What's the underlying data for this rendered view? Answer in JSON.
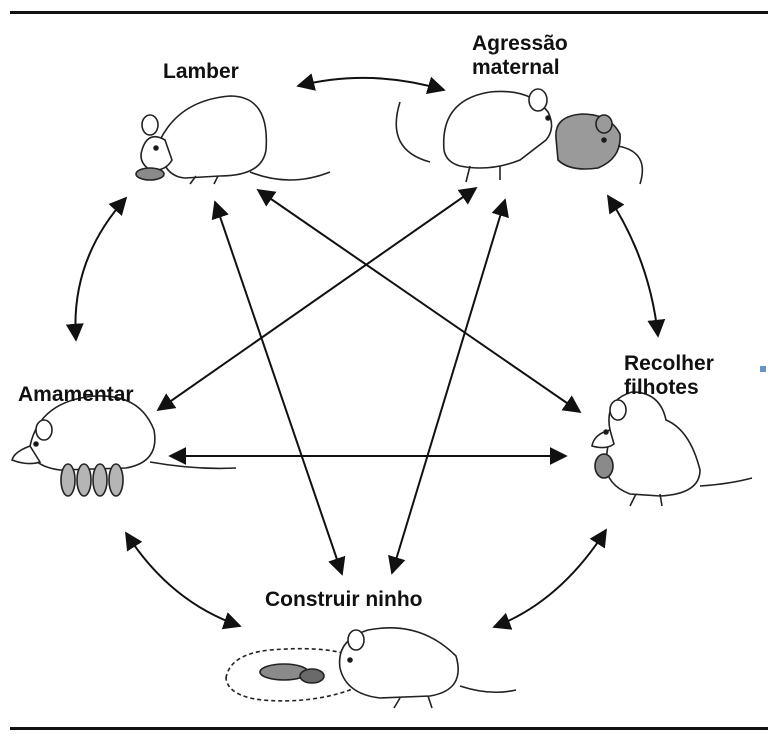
{
  "nodes": {
    "lamber": {
      "label": "Lamber"
    },
    "agressao": {
      "line1": "Agressão",
      "line2": "maternal"
    },
    "amamentar": {
      "label": "Amamentar"
    },
    "recolher": {
      "line1": "Recolher",
      "line2": "filhotes"
    },
    "construir": {
      "label": "Construir ninho"
    }
  },
  "colors": {
    "ink": "#111111",
    "fill_white": "#ffffff",
    "fill_gray": "#9a9a9a",
    "pup_gray": "#b5b5b5"
  },
  "icons": [
    "mouse-licking-pup-icon",
    "mouse-attacking-intruder-icon",
    "mouse-nursing-pups-icon",
    "mouse-retrieving-pup-icon",
    "mouse-building-nest-icon"
  ]
}
